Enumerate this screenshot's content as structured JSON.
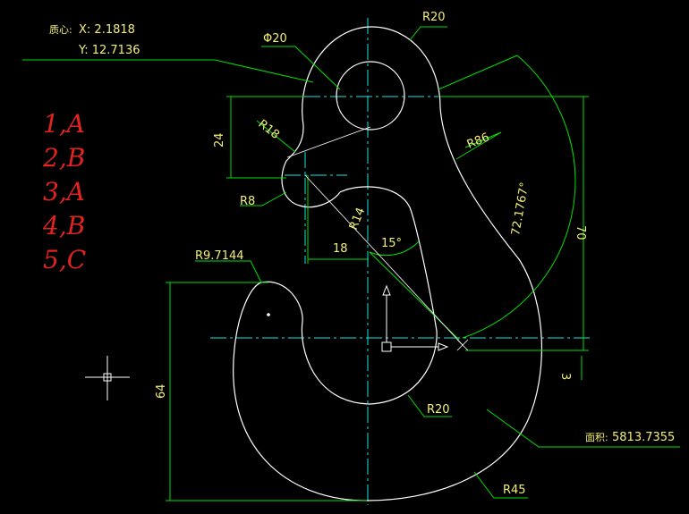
{
  "centroid": {
    "label": "质心:",
    "x_text": "X: 2.1818",
    "y_text": "Y: 12.7136"
  },
  "area": {
    "label": "面积:",
    "value": "5813.7355"
  },
  "answers": [
    {
      "number": "1",
      "choice": "A"
    },
    {
      "number": "2",
      "choice": "B"
    },
    {
      "number": "3",
      "choice": "A"
    },
    {
      "number": "4",
      "choice": "B"
    },
    {
      "number": "5",
      "choice": "C"
    }
  ],
  "dimensions": {
    "r20_top": "R20",
    "phi20": "Φ20",
    "r18": "R18",
    "r8": "R8",
    "r86": "R86",
    "d24": "24",
    "d70": "70",
    "d3": "3",
    "r14": "R14",
    "d18": "18",
    "angle15": "15°",
    "angle72": "72.1767°",
    "r9": "R9.7144",
    "d64": "64",
    "r20_bottom": "R20",
    "r45": "R45"
  },
  "colors": {
    "background": "#000000",
    "outline": "#ffffff",
    "dimension": "#00ff00",
    "text": "#f3f078",
    "center_line": "#00ffff",
    "answers": "#e3231f"
  },
  "icons": [
    "crosshair-cursor-icon",
    "ucs-axis-icon"
  ]
}
